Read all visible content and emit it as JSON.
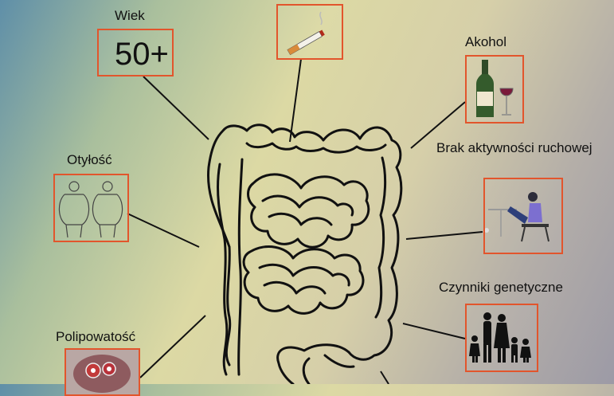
{
  "factors": {
    "age": {
      "label": "Wiek",
      "value": "50+"
    },
    "smoking": {
      "icon": "cigarette-icon"
    },
    "alcohol": {
      "label": "Akohol",
      "icon": "wine-bottle-icon"
    },
    "inactivity": {
      "label": "Brak aktywności ruchowej",
      "icon": "sitting-person-icon"
    },
    "obesity": {
      "label": "Otyłość",
      "icon": "obese-people-icon"
    },
    "genetic": {
      "label": "Czynniki genetyczne",
      "icon": "family-icon"
    },
    "polyps": {
      "label": "Polipowatość",
      "icon": "polyp-endoscopy-icon"
    }
  },
  "center": {
    "icon": "intestine-icon"
  },
  "colors": {
    "accent": "#e2552c",
    "line": "#111111"
  }
}
